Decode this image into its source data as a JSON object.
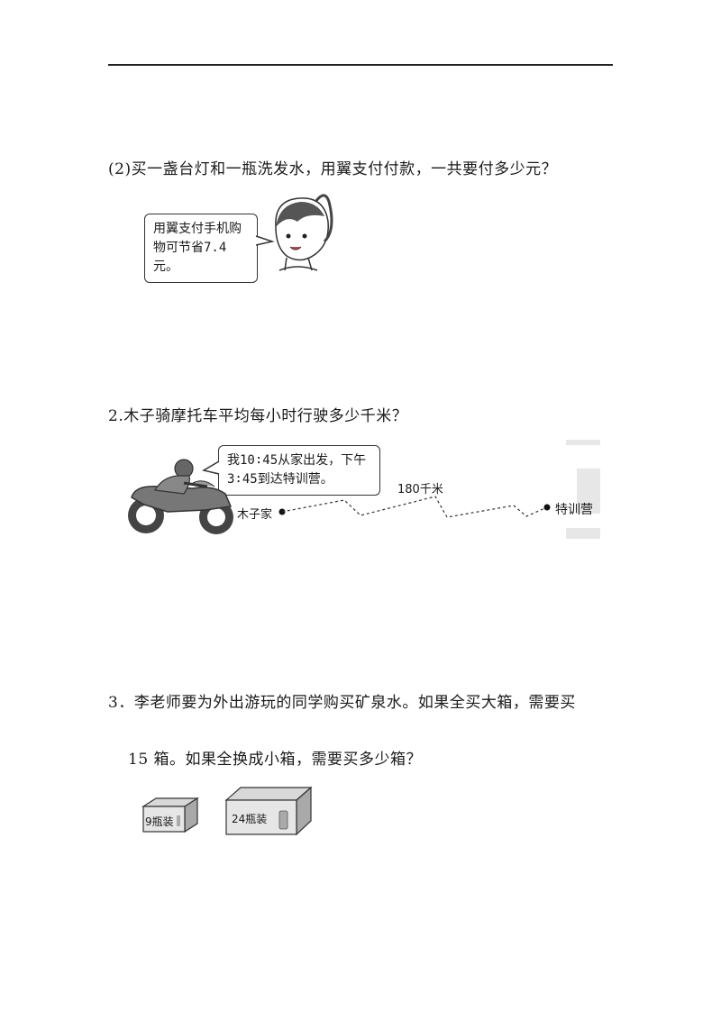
{
  "q2_sub": {
    "text": "(2)买一盏台灯和一瓶洗发水，用翼支付付款，一共要付多少元？"
  },
  "girl_bubble": {
    "line1": "用翼支付手机购",
    "line2": "物可节省7.4元。"
  },
  "q2": {
    "text": "2.木子骑摩托车平均每小时行驶多少千米？"
  },
  "rider_bubble": {
    "line1": "我10∶45从家出发，下午",
    "line2": "3∶45到达特训营。"
  },
  "route": {
    "start": "木子家",
    "distance": "180千米",
    "end": "特训营"
  },
  "q3": {
    "line1": "3．李老师要为外出游玩的同学购买矿泉水。如果全买大箱，需要买",
    "line2": "15 箱。如果全换成小箱，需要买多少箱？"
  },
  "boxes": {
    "small_label": "9瓶装",
    "large_label": "24瓶装"
  }
}
